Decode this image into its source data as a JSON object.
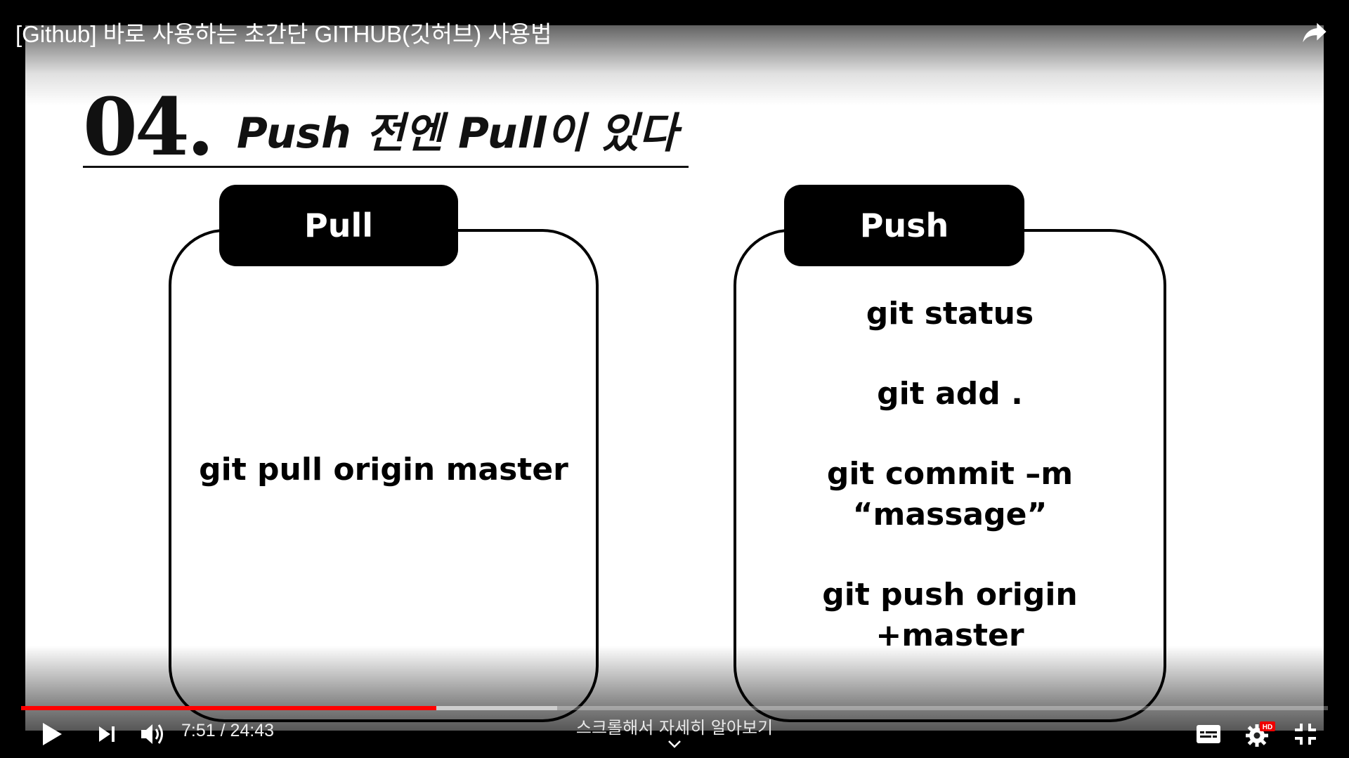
{
  "video": {
    "title": "[Github] 바로 사용하는 초간단 GITHUB(깃허브) 사용법"
  },
  "slide": {
    "number": "04.",
    "heading": "Push 전엔 Pull이 있다",
    "pull_box": {
      "label": "Pull",
      "commands": [
        "git pull origin master"
      ]
    },
    "push_box": {
      "label": "Push",
      "commands": [
        "git status",
        "git add .",
        "git commit –m",
        "“massage”",
        "git push origin",
        "+master"
      ]
    }
  },
  "player": {
    "current_time": "7:51",
    "duration": "24:43",
    "time_display": "7:51 / 24:43",
    "played_fraction": 0.318,
    "loaded_fraction": 0.41,
    "scroll_hint": "스크롤해서 자세히 알아보기",
    "hd_badge": "HD",
    "accent_color": "#ff0000",
    "icons": [
      "share-icon",
      "play-icon",
      "next-icon",
      "volume-icon",
      "chevron-down-icon",
      "subtitles-icon",
      "settings-icon",
      "exit-fullscreen-icon"
    ]
  }
}
